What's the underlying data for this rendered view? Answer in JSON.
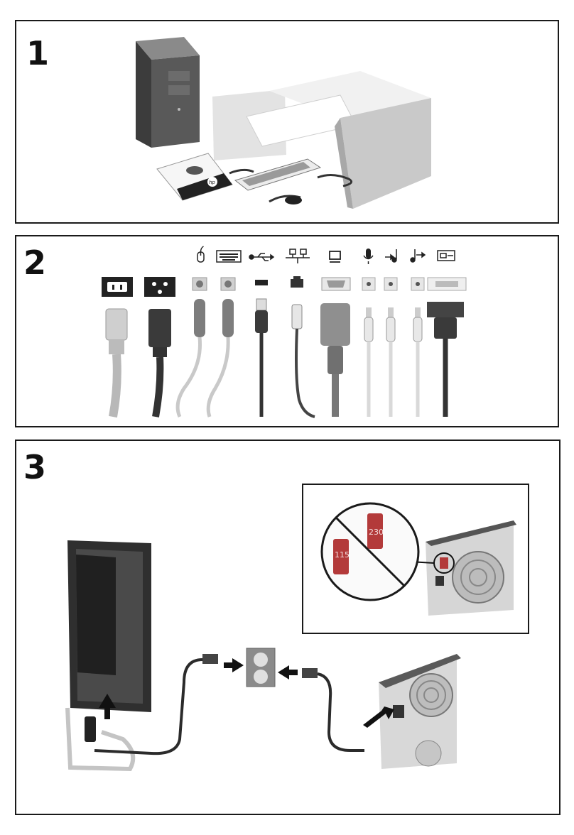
{
  "steps": [
    {
      "number": "1"
    },
    {
      "number": "2"
    },
    {
      "number": "3"
    }
  ],
  "voltage_switch": {
    "value_a": "115",
    "value_b": "230",
    "accent": "#b33a3a"
  },
  "brand_logo": "hp",
  "port_icons": [
    "mouse-icon",
    "keyboard-icon",
    "usb-icon",
    "network-icon",
    "monitor-icon",
    "microphone-icon",
    "line-in-icon",
    "line-out-icon",
    "dvi-icon"
  ]
}
